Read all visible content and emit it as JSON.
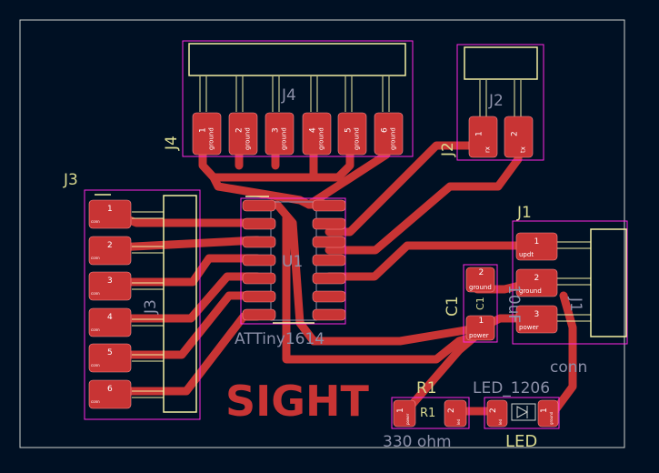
{
  "board": {
    "silkscreen_text": "SIGHT",
    "colors": {
      "background": "#001023",
      "copper": "#c83434",
      "silk": "#f2eda1",
      "courtyard": "#ff26e2",
      "edge": "#d0d2cd",
      "fab": "#8c90a8"
    }
  },
  "components": {
    "J4": {
      "ref": "J4",
      "ref_rot": "J4",
      "value": "J4",
      "pins": [
        {
          "num": "1",
          "name": "ground"
        },
        {
          "num": "2",
          "name": "ground"
        },
        {
          "num": "3",
          "name": "ground"
        },
        {
          "num": "4",
          "name": "ground"
        },
        {
          "num": "5",
          "name": "ground"
        },
        {
          "num": "6",
          "name": "ground"
        }
      ]
    },
    "J2": {
      "ref": "J2",
      "ref_rot": "J2",
      "pins": [
        {
          "num": "1",
          "name": "rx"
        },
        {
          "num": "2",
          "name": "tx"
        }
      ]
    },
    "J3": {
      "ref": "J3",
      "value": "J3",
      "pins": [
        {
          "num": "1",
          "name": "conn"
        },
        {
          "num": "2",
          "name": "conn"
        },
        {
          "num": "3",
          "name": "conn"
        },
        {
          "num": "4",
          "name": "conn"
        },
        {
          "num": "5",
          "name": "conn"
        },
        {
          "num": "6",
          "name": "conn"
        }
      ]
    },
    "J1": {
      "ref": "J1",
      "value": "J1",
      "footprint": "conn",
      "pins": [
        {
          "num": "1",
          "name": "updt"
        },
        {
          "num": "2",
          "name": "ground"
        },
        {
          "num": "3",
          "name": "power"
        }
      ]
    },
    "U1": {
      "ref": "U1",
      "value": "ATTiny1614"
    },
    "C1": {
      "ref": "C1",
      "value": "10uF",
      "fab": "C1",
      "pins": [
        {
          "num": "2",
          "name": "ground"
        },
        {
          "num": "1",
          "name": "power"
        }
      ]
    },
    "R1": {
      "ref": "R1",
      "fab": "R1",
      "value": "330 ohm",
      "pins": [
        {
          "num": "1",
          "name": "power"
        },
        {
          "num": "2",
          "name": "led"
        }
      ]
    },
    "LED": {
      "ref": "LED_1206",
      "value": "LED",
      "pins": [
        {
          "num": "2",
          "name": "led"
        },
        {
          "num": "1",
          "name": "ground"
        }
      ]
    }
  }
}
